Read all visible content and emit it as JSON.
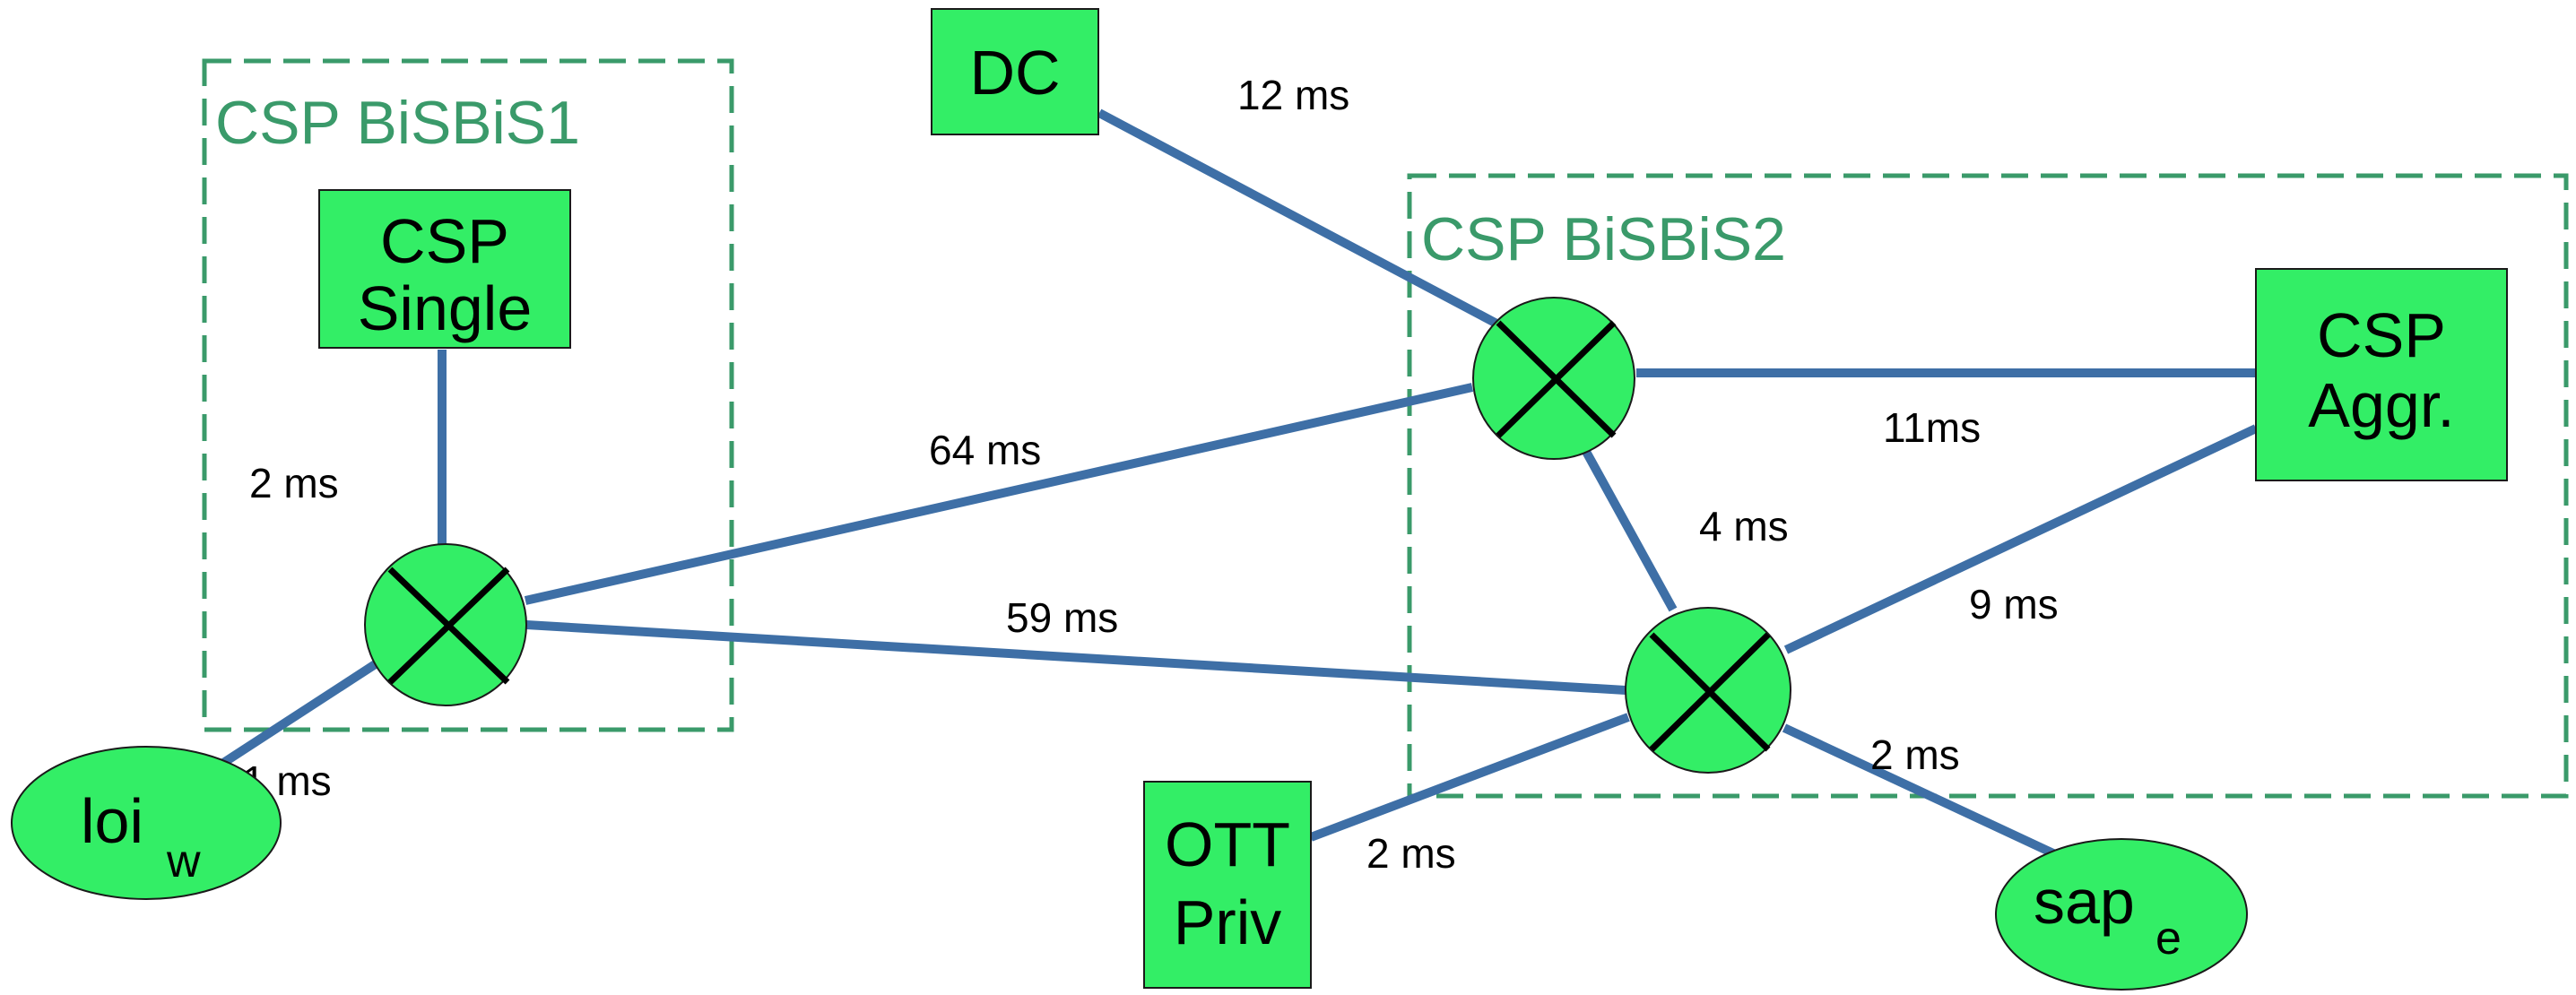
{
  "diagram": {
    "boxes": {
      "bisbis1": {
        "title": "CSP BiSBiS1"
      },
      "bisbis2": {
        "title": "CSP BiSBiS2"
      }
    },
    "nodes": {
      "dc": {
        "label": "DC"
      },
      "csp_single": {
        "line1": "CSP",
        "line2": "Single"
      },
      "csp_aggr": {
        "line1": "CSP",
        "line2": "Aggr."
      },
      "ott_priv": {
        "line1": "OTT",
        "line2": "Priv"
      },
      "loi_w": {
        "label": "loi",
        "subscript": "w"
      },
      "sap_e": {
        "label": "sap",
        "subscript": "e"
      }
    },
    "links": [
      {
        "id": "dc-sw2",
        "latency": "12 ms"
      },
      {
        "id": "single-sw1",
        "latency": "2 ms"
      },
      {
        "id": "sw1-sw2",
        "latency": "64 ms"
      },
      {
        "id": "sw2-aggr",
        "latency": "11ms"
      },
      {
        "id": "sw2-sw3",
        "latency": "4 ms"
      },
      {
        "id": "sw1-sw3",
        "latency": "59 ms"
      },
      {
        "id": "sw3-aggr",
        "latency": "9 ms"
      },
      {
        "id": "loi-sw1",
        "latency": "1 ms"
      },
      {
        "id": "sw3-sap",
        "latency": "2 ms"
      },
      {
        "id": "ott-sw3",
        "latency": "2 ms"
      }
    ],
    "colors": {
      "node_fill": "#33ee66",
      "link": "#3e6fa6",
      "box_border": "#3a9a6a",
      "box_title": "#3a9a6a"
    }
  }
}
